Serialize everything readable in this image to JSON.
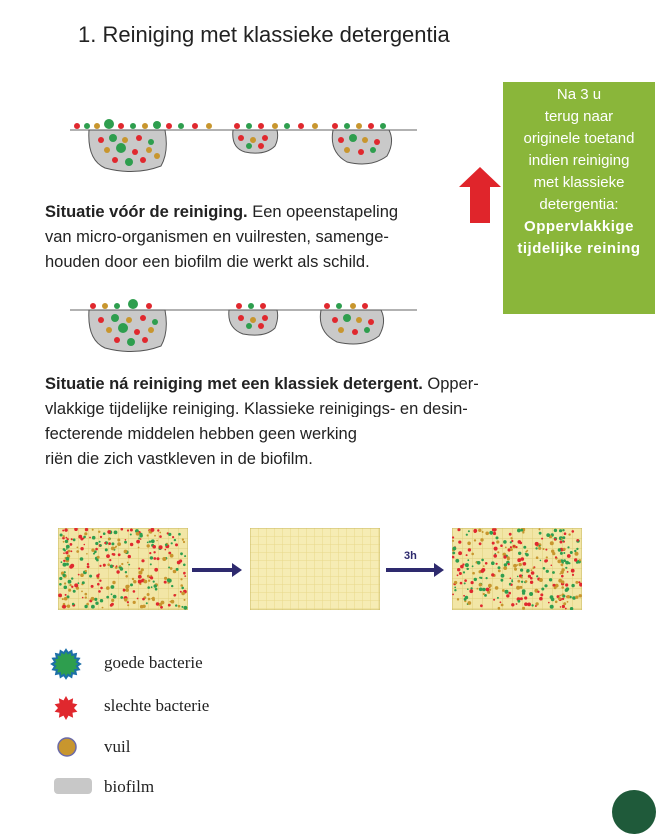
{
  "page": {
    "title": "1. Reiniging met klassieke detergentia"
  },
  "green_box": {
    "lines": [
      "Na 3 u",
      "terug naar",
      "originele toetand",
      "indien reiniging",
      "met klassieke",
      "detergentia:"
    ],
    "strong_lines": [
      "Oppervlakkige",
      "tijdelijke reining"
    ]
  },
  "situation_before": {
    "heading": "Situatie vóór de reiniging.",
    "text_line1": "Een opeenstapeling",
    "text_line2": "van micro-organismen en vuilresten, samenge-",
    "text_line3": "houden door een biofilm die werkt als schild."
  },
  "situation_after": {
    "heading": "Situatie ná reiniging met een klassiek detergent.",
    "text_line1": "Opper-",
    "text_line2": "vlakkige tijdelijke reiniging.  Klassieke reinigings- en desin-",
    "text_line3": "fecterende middelen hebben geen werking",
    "text_line4": "riën die zich vastkleven in de biofilm."
  },
  "sequence": {
    "arrow_label": "3h"
  },
  "legend": {
    "items": [
      {
        "label": "goede bacterie",
        "icon": "good-bacterium-icon",
        "color": "#2e9e4e"
      },
      {
        "label": "slechte bacterie",
        "icon": "bad-bacterium-icon",
        "color": "#e0282e"
      },
      {
        "label": "vuil",
        "icon": "dirt-icon",
        "color": "#c8962e"
      },
      {
        "label": "biofilm",
        "icon": "biofilm-icon",
        "color": "#c8c8c8"
      }
    ]
  },
  "colors": {
    "green_box": "#8ab63a",
    "red_arrow": "#e0252b",
    "navy_arrow": "#2e2a6e"
  }
}
